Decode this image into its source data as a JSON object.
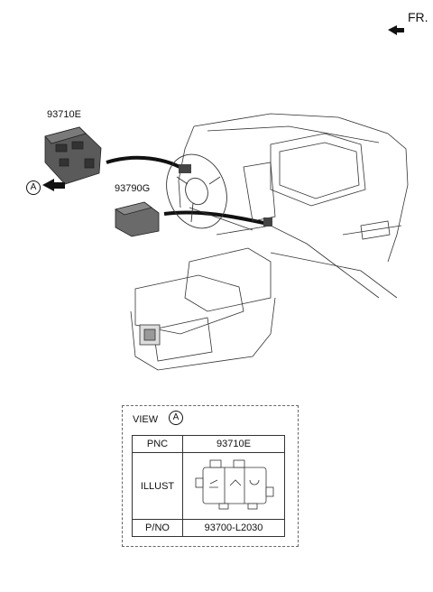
{
  "direction": {
    "label": "FR."
  },
  "parts": [
    {
      "number": "93710E"
    },
    {
      "number": "93790G"
    }
  ],
  "callout": {
    "letter": "A"
  },
  "view": {
    "title": "VIEW",
    "circle": "A",
    "table": {
      "pnc_header": "PNC",
      "pnc_value": "93710E",
      "illust_header": "ILLUST",
      "pno_header": "P/NO",
      "pno_value": "93700-L2030"
    }
  }
}
